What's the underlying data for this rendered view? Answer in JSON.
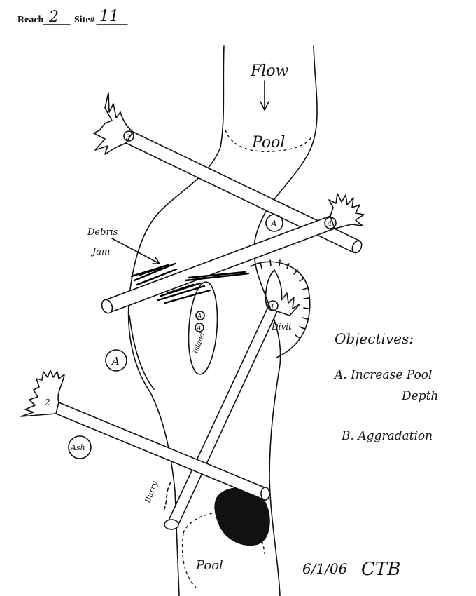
{
  "header": {
    "reach_label": "Reach",
    "reach_value": "2",
    "site_label": "Site#",
    "site_value": "11"
  },
  "labels": {
    "flow": "Flow",
    "pool_top": "Pool",
    "pool_bottom": "Pool",
    "debris_jam": "Debris",
    "debris_jam_2": "Jam",
    "island": "Island",
    "divit": "Divit",
    "ash": "Ash",
    "burry": "Burry",
    "circle_a_left": "A",
    "circle_a_right": "A",
    "circle_a_small_1": "A",
    "circle_a_small_2": "A",
    "log_1": "1",
    "log_2": "2",
    "log_3": "3",
    "log_4": "4"
  },
  "objectives": {
    "title": "Objectives:",
    "a_line1": "A. Increase Pool",
    "a_line2": "Depth",
    "b": "B. Aggradation"
  },
  "signature": {
    "date": "6/1/06",
    "initials": "CTB"
  }
}
